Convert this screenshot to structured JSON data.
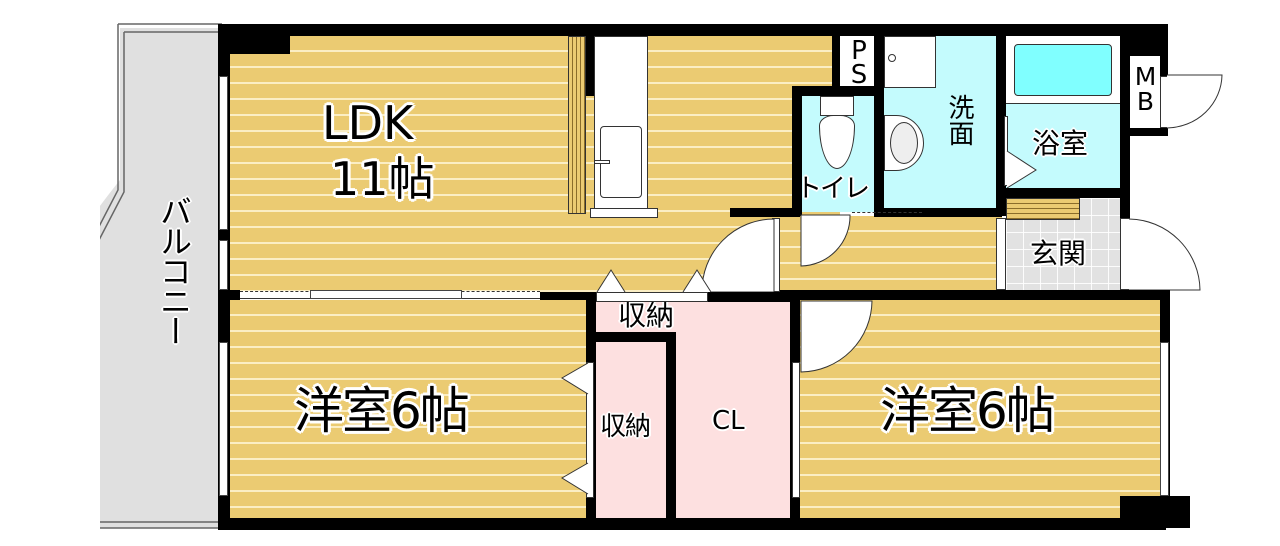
{
  "floorplan": {
    "rooms": {
      "ldk": {
        "name": "LDK",
        "size": "11帖"
      },
      "western_room_1": {
        "label": "洋室6帖"
      },
      "western_room_2": {
        "label": "洋室6帖"
      },
      "storage_top": {
        "label": "収納"
      },
      "storage_side": {
        "label": "収納"
      },
      "closet": {
        "label": "CL"
      },
      "toilet": {
        "label": "トイレ"
      },
      "washroom": {
        "label": "洗面"
      },
      "bathroom": {
        "label": "浴室"
      },
      "entrance": {
        "label": "玄関"
      },
      "pipe_space": {
        "label": "PS"
      },
      "meter_box": {
        "label": "MB"
      },
      "balcony": {
        "label": "バルコニー"
      }
    },
    "colors": {
      "flooring": "#ebcb72",
      "flooring_stripe": "#fbeec4",
      "wet_area": "#c4fbfd",
      "bathtub": "#80ffff",
      "storage": "#fde0e0",
      "entrance_tile": "#e2e2e2",
      "balcony": "#e0e0e0",
      "wall": "#000000"
    }
  }
}
